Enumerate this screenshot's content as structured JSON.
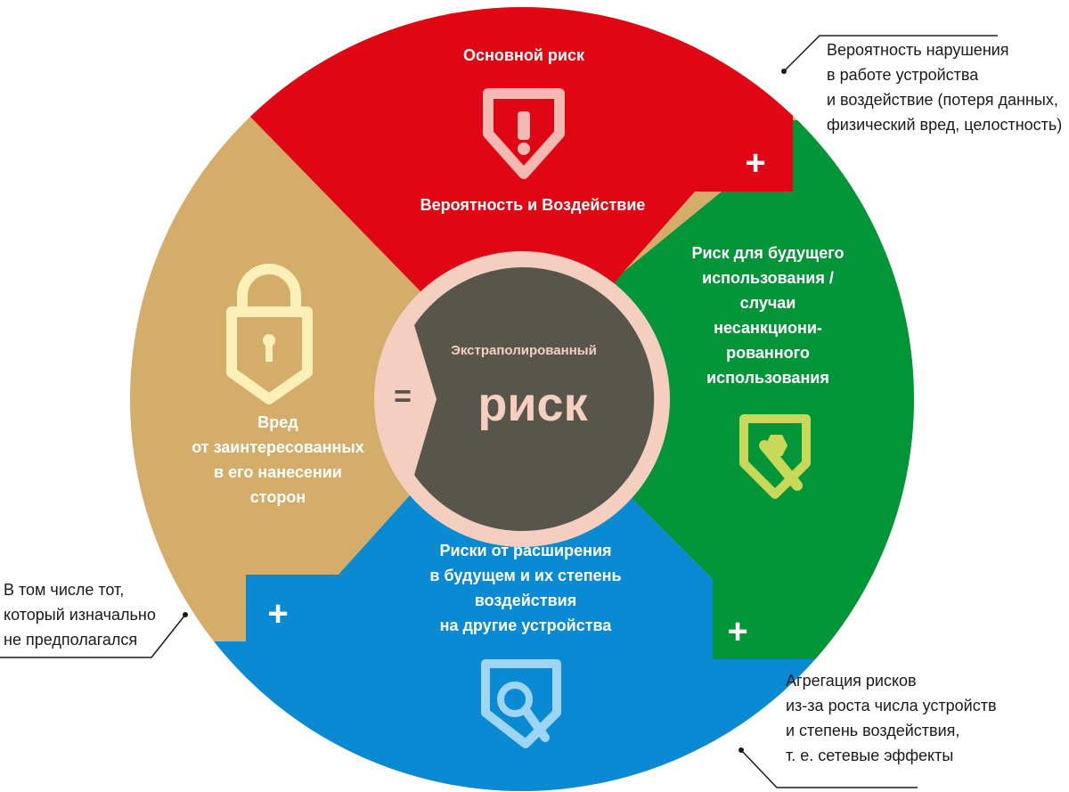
{
  "segments": {
    "main_risk": {
      "title": "Основной риск",
      "subtitle": "Вероятность и Воздействие",
      "icon": "exclamation-shield-icon",
      "color": "#e00613"
    },
    "future_use": {
      "lines": [
        "Риск для будущего",
        "использования /",
        "случаи",
        "несанкциони-",
        "рованного",
        "использования"
      ],
      "icon": "wrench-badge-icon",
      "color": "#039639"
    },
    "expansion": {
      "lines": [
        "Риски от расширения",
        "в будущем и их степень",
        "воздействия",
        "на другие устройства"
      ],
      "icon": "search-badge-icon",
      "color": "#0a8ad2"
    },
    "stakeholders": {
      "lines": [
        "Вред",
        "от заинтересованных",
        "в его нанесении",
        "сторон"
      ],
      "icon": "padlock-icon",
      "color": "#d4ad6a"
    }
  },
  "center": {
    "small": "Экстраполированный",
    "big": "риск",
    "equals": "=",
    "color": "#58554b",
    "ring_color": "#f4cfc0"
  },
  "plus_sign": "+",
  "annotations": {
    "top_right": [
      "Вероятность нарушения",
      "в работе устройства",
      "и воздействие (потеря данных,",
      "физический вред, целостность)"
    ],
    "left": [
      "В том числе тот,",
      "который изначально",
      "не предполагался"
    ],
    "bottom_right": [
      "Агрегация рисков",
      "из-за роста числа устройств",
      "и степень воздействия,",
      "т. е. сетевые эффекты"
    ]
  }
}
